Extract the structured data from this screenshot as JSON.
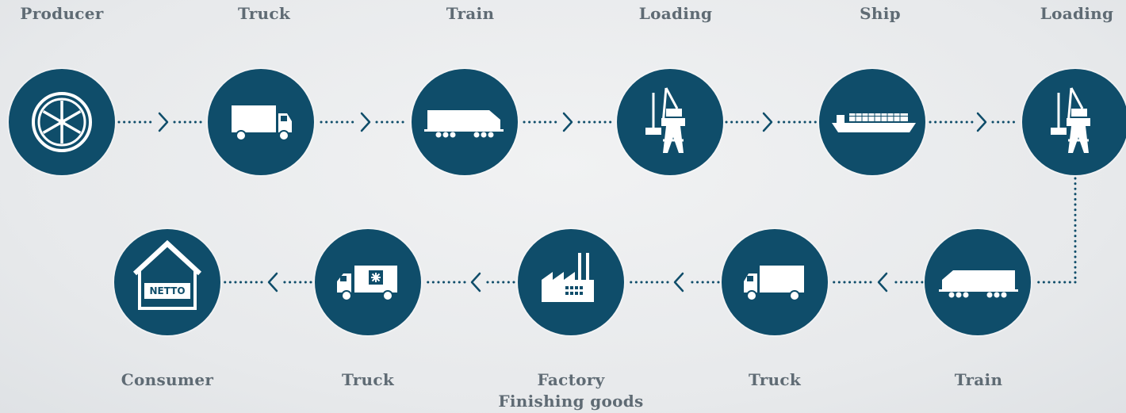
{
  "row1": [
    {
      "id": "producer",
      "label": "Producer",
      "icon": "orange-slice-icon"
    },
    {
      "id": "truck-1",
      "label": "Truck",
      "icon": "truck-icon"
    },
    {
      "id": "train-1",
      "label": "Train",
      "icon": "train-icon"
    },
    {
      "id": "loading-1",
      "label": "Loading",
      "icon": "crane-icon"
    },
    {
      "id": "ship",
      "label": "Ship",
      "icon": "container-ship-icon"
    },
    {
      "id": "loading-2",
      "label": "Loading",
      "icon": "crane-icon"
    }
  ],
  "row2": [
    {
      "id": "consumer",
      "label": "Consumer",
      "icon": "store-icon",
      "store_sign": "NETTO"
    },
    {
      "id": "truck-3",
      "label": "Truck",
      "icon": "refrigerated-truck-icon"
    },
    {
      "id": "factory",
      "label": "Factory",
      "sublabel": "Finishing goods",
      "icon": "factory-icon"
    },
    {
      "id": "truck-2",
      "label": "Truck",
      "icon": "truck-icon"
    },
    {
      "id": "train-2",
      "label": "Train",
      "icon": "train-icon"
    }
  ],
  "colors": {
    "node": "#0f4d6a",
    "connector": "#0f4d6a",
    "label": "#5f6b74",
    "icon": "#ffffff"
  }
}
